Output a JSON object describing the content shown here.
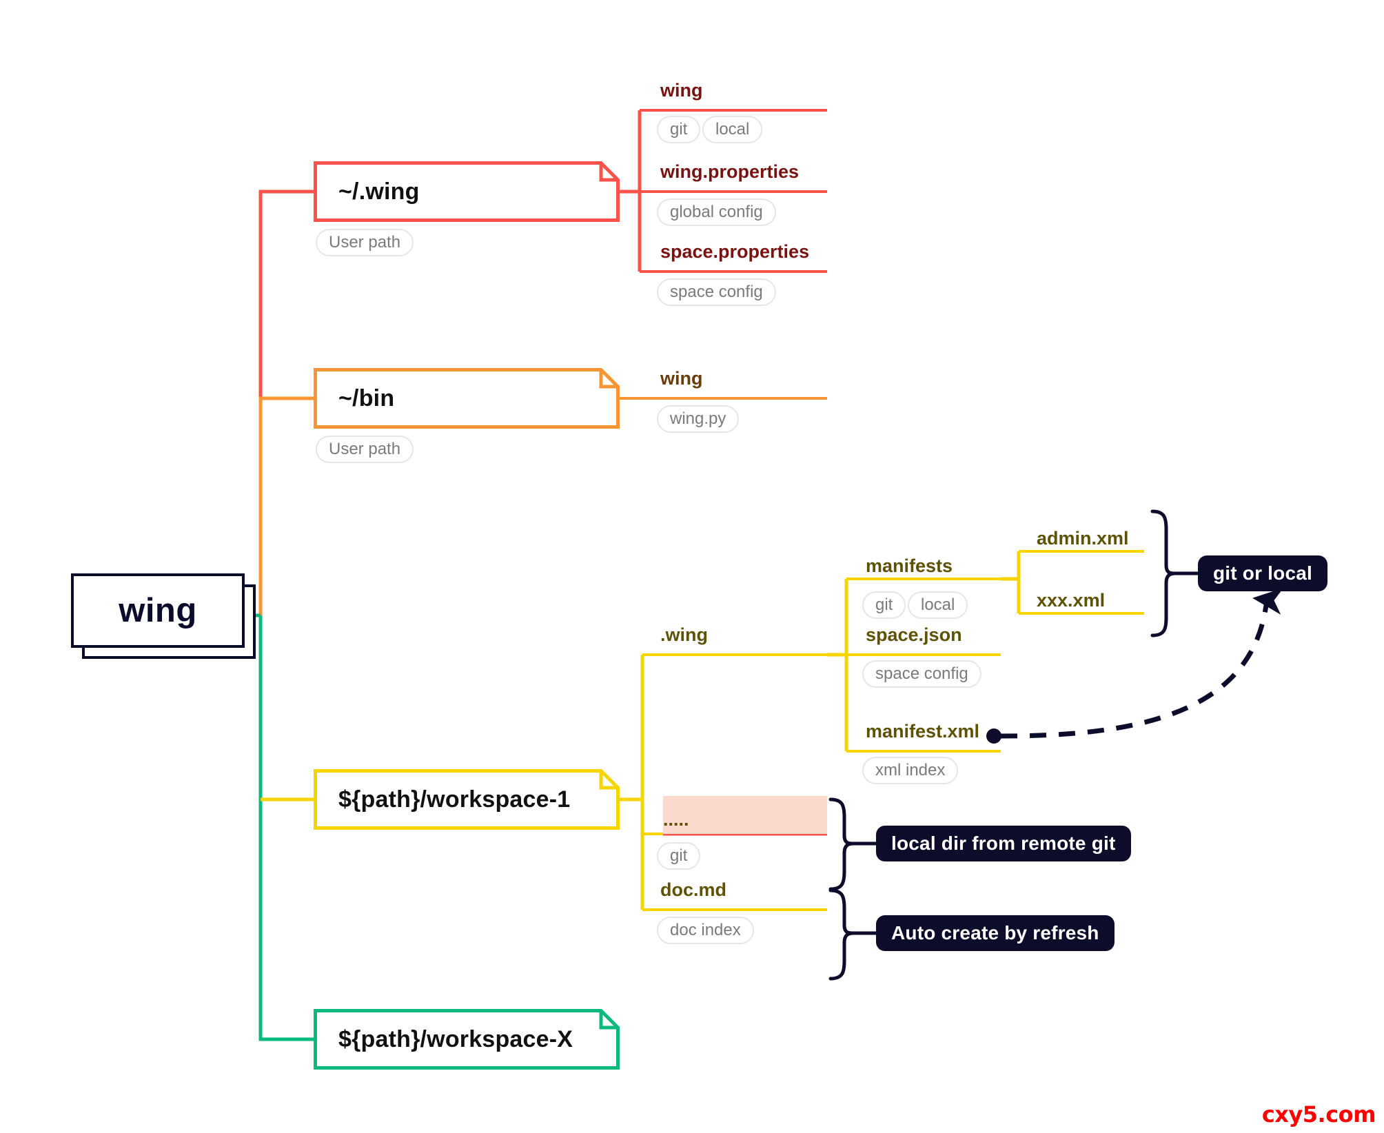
{
  "diagram": {
    "title": "wing",
    "watermark": "cxy5.com",
    "colors": {
      "root": "#0b0b2b",
      "branch_wing_dir": "#f8524a",
      "branch_bin": "#f79433",
      "branch_workspace1": "#f6d400",
      "branch_workspaceX": "#0cb97c",
      "leaf_text_red": "#7a1212",
      "leaf_text_orange": "#6b3b08",
      "leaf_text_yellow": "#5e5207",
      "pill_text": "#7a7a7a",
      "badge_bg": "#0d0d2b",
      "highlight_row": "#fcd9cd",
      "watermark": "#ff0000"
    }
  },
  "root": {
    "label": "wing"
  },
  "branches": [
    {
      "id": "wing-dir",
      "box_label": "~/.wing",
      "box_tag": "User path",
      "color": "#f8524a",
      "leaves": [
        {
          "label": "wing",
          "tags": [
            "git",
            "local"
          ]
        },
        {
          "label": "wing.properties",
          "tags": [
            "global config"
          ]
        },
        {
          "label": "space.properties",
          "tags": [
            "space config"
          ]
        }
      ]
    },
    {
      "id": "bin-dir",
      "box_label": "~/bin",
      "box_tag": "User path",
      "color": "#f79433",
      "leaves": [
        {
          "label": "wing",
          "tags": [
            "wing.py"
          ]
        }
      ]
    },
    {
      "id": "workspace-1",
      "box_label": "${path}/workspace-1",
      "box_tag": "",
      "color": "#f6d400",
      "leaves": [
        {
          "label": ".wing",
          "tags": []
        },
        {
          "label": ".....",
          "tags": [
            "git"
          ]
        },
        {
          "label": "doc.md",
          "tags": [
            "doc index"
          ]
        }
      ],
      "sub": {
        "parent": ".wing",
        "leaves": [
          {
            "label": "manifests",
            "tags": [
              "git",
              "local"
            ]
          },
          {
            "label": "space.json",
            "tags": [
              "space config"
            ]
          },
          {
            "label": "manifest.xml",
            "tags": [
              "xml index"
            ]
          }
        ],
        "sub2": {
          "parent": "manifests",
          "leaves": [
            {
              "label": "admin.xml",
              "tags": []
            },
            {
              "label": "xxx.xml",
              "tags": []
            }
          ]
        }
      }
    },
    {
      "id": "workspace-x",
      "box_label": "${path}/workspace-X",
      "box_tag": "",
      "color": "#0cb97c",
      "leaves": []
    }
  ],
  "annotations": [
    {
      "id": "git-or-local",
      "label": "git or local"
    },
    {
      "id": "local-dir-remote-git",
      "label": "local dir from remote git"
    },
    {
      "id": "auto-create-refresh",
      "label": "Auto create by refresh"
    }
  ]
}
